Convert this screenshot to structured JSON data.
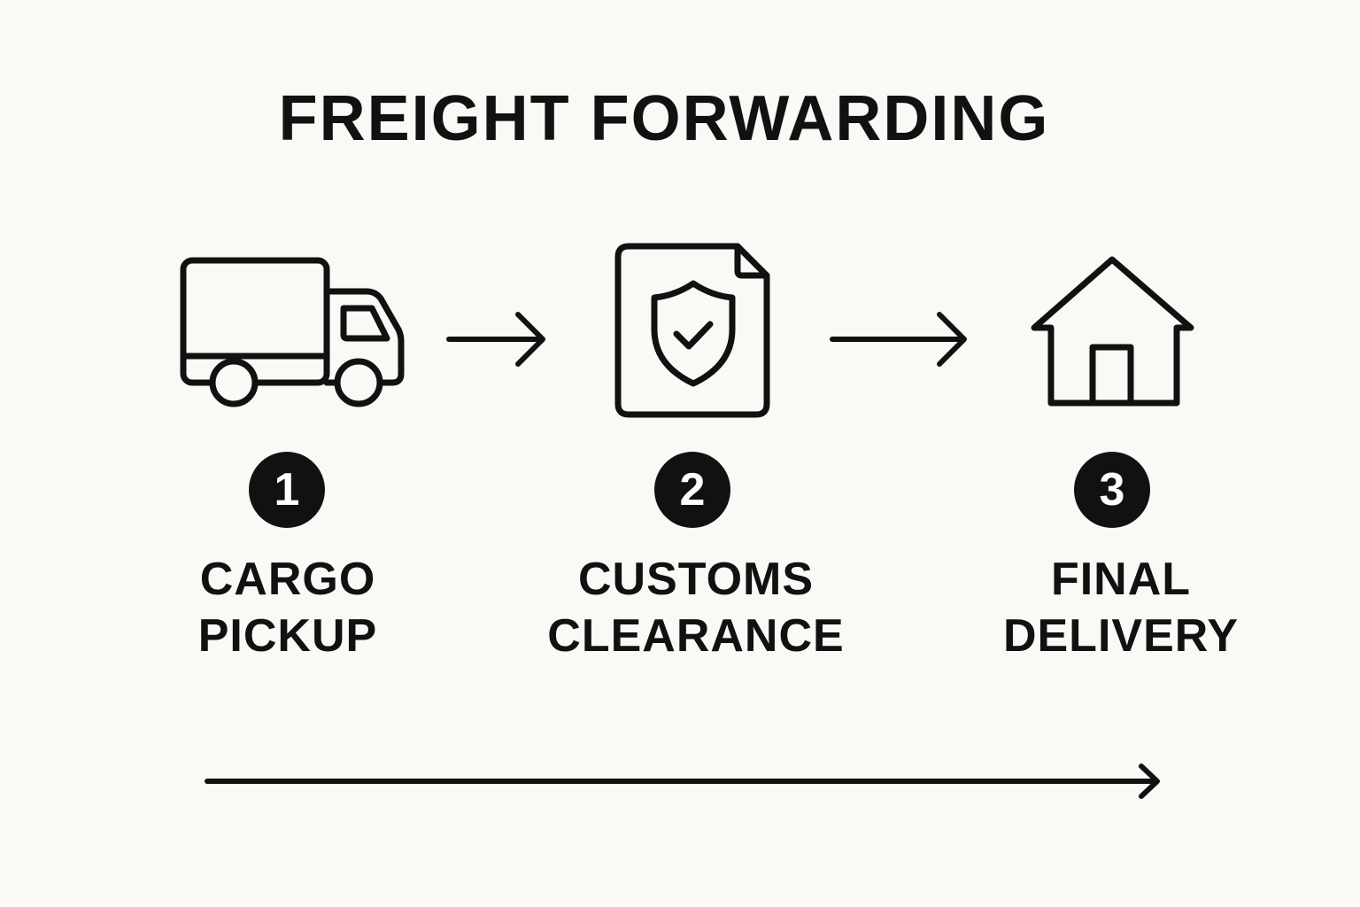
{
  "title": "FREIGHT FORWARDING",
  "steps": [
    {
      "number": "1",
      "line1": "CARGO",
      "line2": "PICKUP",
      "icon": "truck-icon"
    },
    {
      "number": "2",
      "line1": "CUSTOMS",
      "line2": "CLEARANCE",
      "icon": "shield-document-icon"
    },
    {
      "number": "3",
      "line1": "FINAL",
      "line2": "DELIVERY",
      "icon": "house-icon"
    }
  ],
  "colors": {
    "background": "#faf9f5",
    "ink": "#111111",
    "badge_text": "#ffffff"
  }
}
